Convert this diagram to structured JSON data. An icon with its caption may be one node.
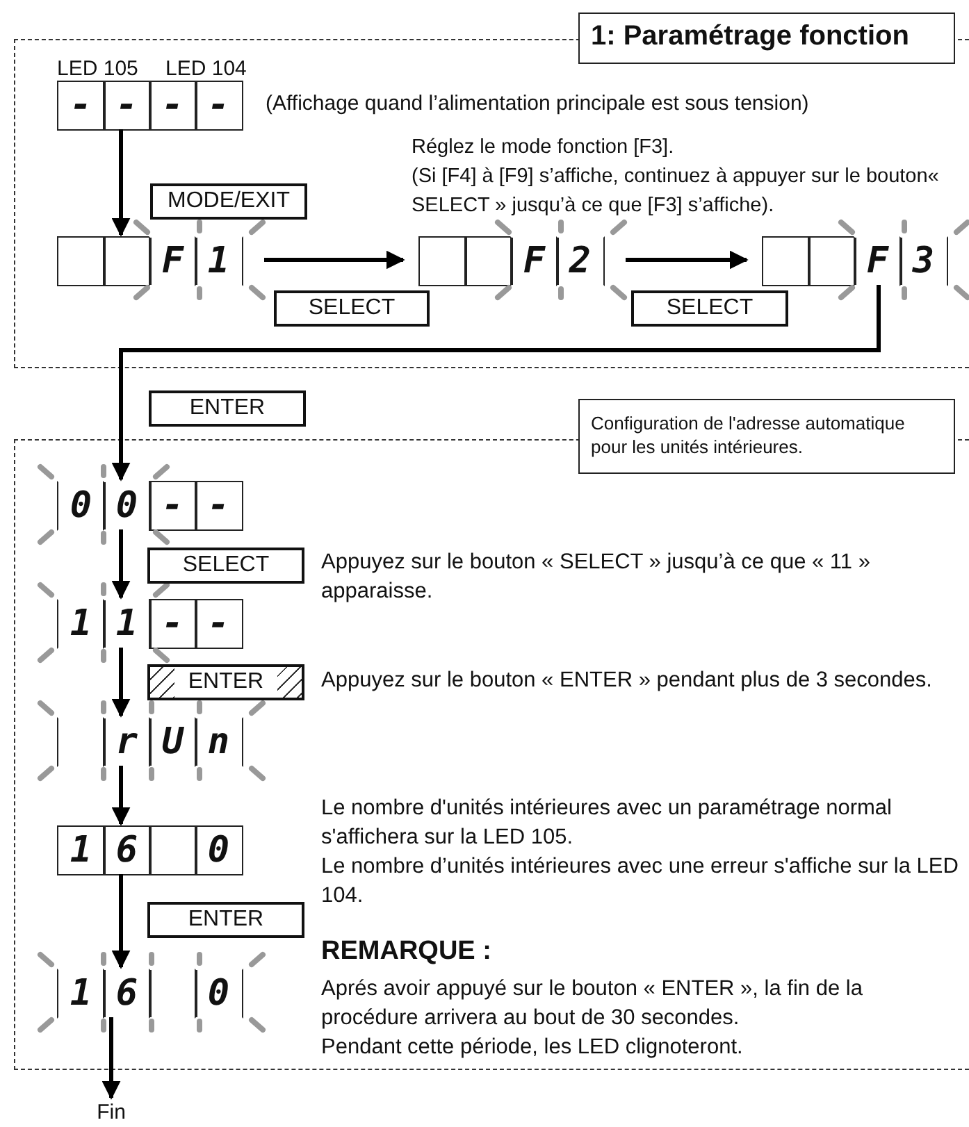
{
  "diagram": {
    "nodes": [
      {
        "text": [
          "1: Paramétrage fonction"
        ]
      },
      {
        "text": [
          "-",
          "-",
          "-",
          "-"
        ],
        "in": 0,
        "beside": [
          "LED 105",
          "LED 104",
          "(Affichage quand l’alimentation principale est sous tension)"
        ]
      },
      {
        "text": [
          "F",
          "1"
        ],
        "in": 0
      },
      {
        "text": [
          "F",
          "2"
        ],
        "in": 0
      },
      {
        "text": [
          "F",
          "3"
        ],
        "in": 0
      },
      {
        "text": [
          "Configuration de l'adresse automatique pour les unités intérieures."
        ]
      },
      {
        "text": [
          "0",
          "0",
          "-",
          "-"
        ],
        "in": 5
      },
      {
        "text": [
          "1",
          "1",
          "-",
          "-"
        ],
        "in": 5
      },
      {
        "text": [
          "r",
          "U",
          "n"
        ],
        "in": 5
      },
      {
        "text": [
          "1",
          "6",
          "0"
        ],
        "in": 5
      },
      {
        "text": [
          "1",
          "6",
          "0"
        ],
        "in": 5
      },
      {
        "text": [
          "Fin"
        ]
      }
    ],
    "edges": [
      {
        "from": 1,
        "to": 2,
        "arrow": "to",
        "label": "MODE/EXIT"
      },
      {
        "from": 2,
        "to": 3,
        "arrow": "to",
        "label": "SELECT"
      },
      {
        "from": 3,
        "to": 4,
        "arrow": "to",
        "label": "SELECT"
      },
      {
        "from": 4,
        "to": 6,
        "arrow": "to",
        "label": "ENTER"
      },
      {
        "from": 6,
        "to": 7,
        "arrow": "to",
        "label": "SELECT"
      },
      {
        "from": 7,
        "to": 8,
        "arrow": "to",
        "label": "ENTER"
      },
      {
        "from": 8,
        "to": 9,
        "arrow": "to"
      },
      {
        "from": 9,
        "to": 10,
        "arrow": "to",
        "label": "ENTER"
      },
      {
        "from": 10,
        "to": 11,
        "arrow": "to"
      }
    ],
    "labels": [
      "Réglez le mode fonction [F3].",
      "(Si [F4] à [F9] s’affiche, continuez à appuyer sur le bouton« SELECT » jusqu’à ce que [F3] s’affiche).",
      "Appuyez sur le bouton « SELECT » jusqu’à ce que « 11 » apparaisse.",
      "Appuyez sur le bouton « ENTER » pendant plus de 3 secondes.",
      "Le nombre d'unités intérieures avec un paramétrage normal s'affichera sur la LED 105.",
      "Le nombre d’unités intérieures avec une erreur s'affiche sur la LED 104.",
      "REMARQUE :",
      "Aprés avoir appuyé sur le bouton « ENTER », la fin de la procédure arrivera au bout de 30 secondes.",
      "Pendant cette période, les LED clignoteront."
    ]
  }
}
